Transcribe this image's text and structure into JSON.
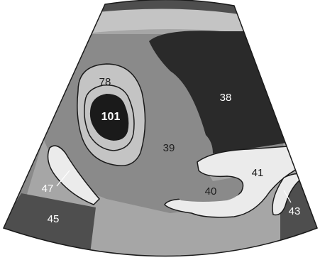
{
  "regions": {
    "top_band": {
      "label": ""
    },
    "region_38": {
      "label": "38"
    },
    "region_39": {
      "label": "39"
    },
    "region_40": {
      "label": "40"
    },
    "region_41": {
      "label": "41"
    },
    "region_43": {
      "label": "43"
    },
    "region_45": {
      "label": "45"
    },
    "region_47": {
      "label": "47"
    },
    "region_78": {
      "label": "78"
    },
    "region_101": {
      "label": "101"
    }
  },
  "colors": {
    "background": "#ffffff",
    "outline": "#1a1a1a",
    "very_dark": "#2a2a2a",
    "dark": "#4e4e4e",
    "mid": "#8a8a8a",
    "mid_light": "#a6a6a6",
    "light": "#c4c4c4",
    "very_light": "#ebebeb"
  }
}
